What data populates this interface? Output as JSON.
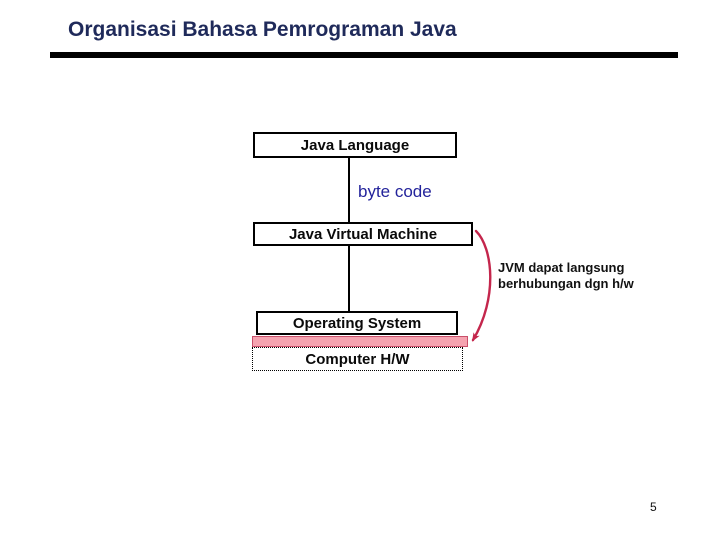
{
  "slide": {
    "title": "Organisasi Bahasa Pemrograman Java",
    "page_number": "5"
  },
  "diagram": {
    "boxes": {
      "java_language": "Java Language",
      "jvm": "Java Virtual Machine",
      "os": "Operating System",
      "computer_hw": "Computer H/W"
    },
    "labels": {
      "byte_code": "byte code",
      "annotation_line1": "JVM dapat langsung",
      "annotation_line2": "berhubungan dgn h/w"
    }
  },
  "colors": {
    "title_text": "#1F2A5A",
    "byte_code_text": "#23239B",
    "arrow": "#C4264C",
    "pink_bar_fill": "#F5A3B0",
    "pink_bar_border": "#C94F6A",
    "rule": "#000000"
  }
}
